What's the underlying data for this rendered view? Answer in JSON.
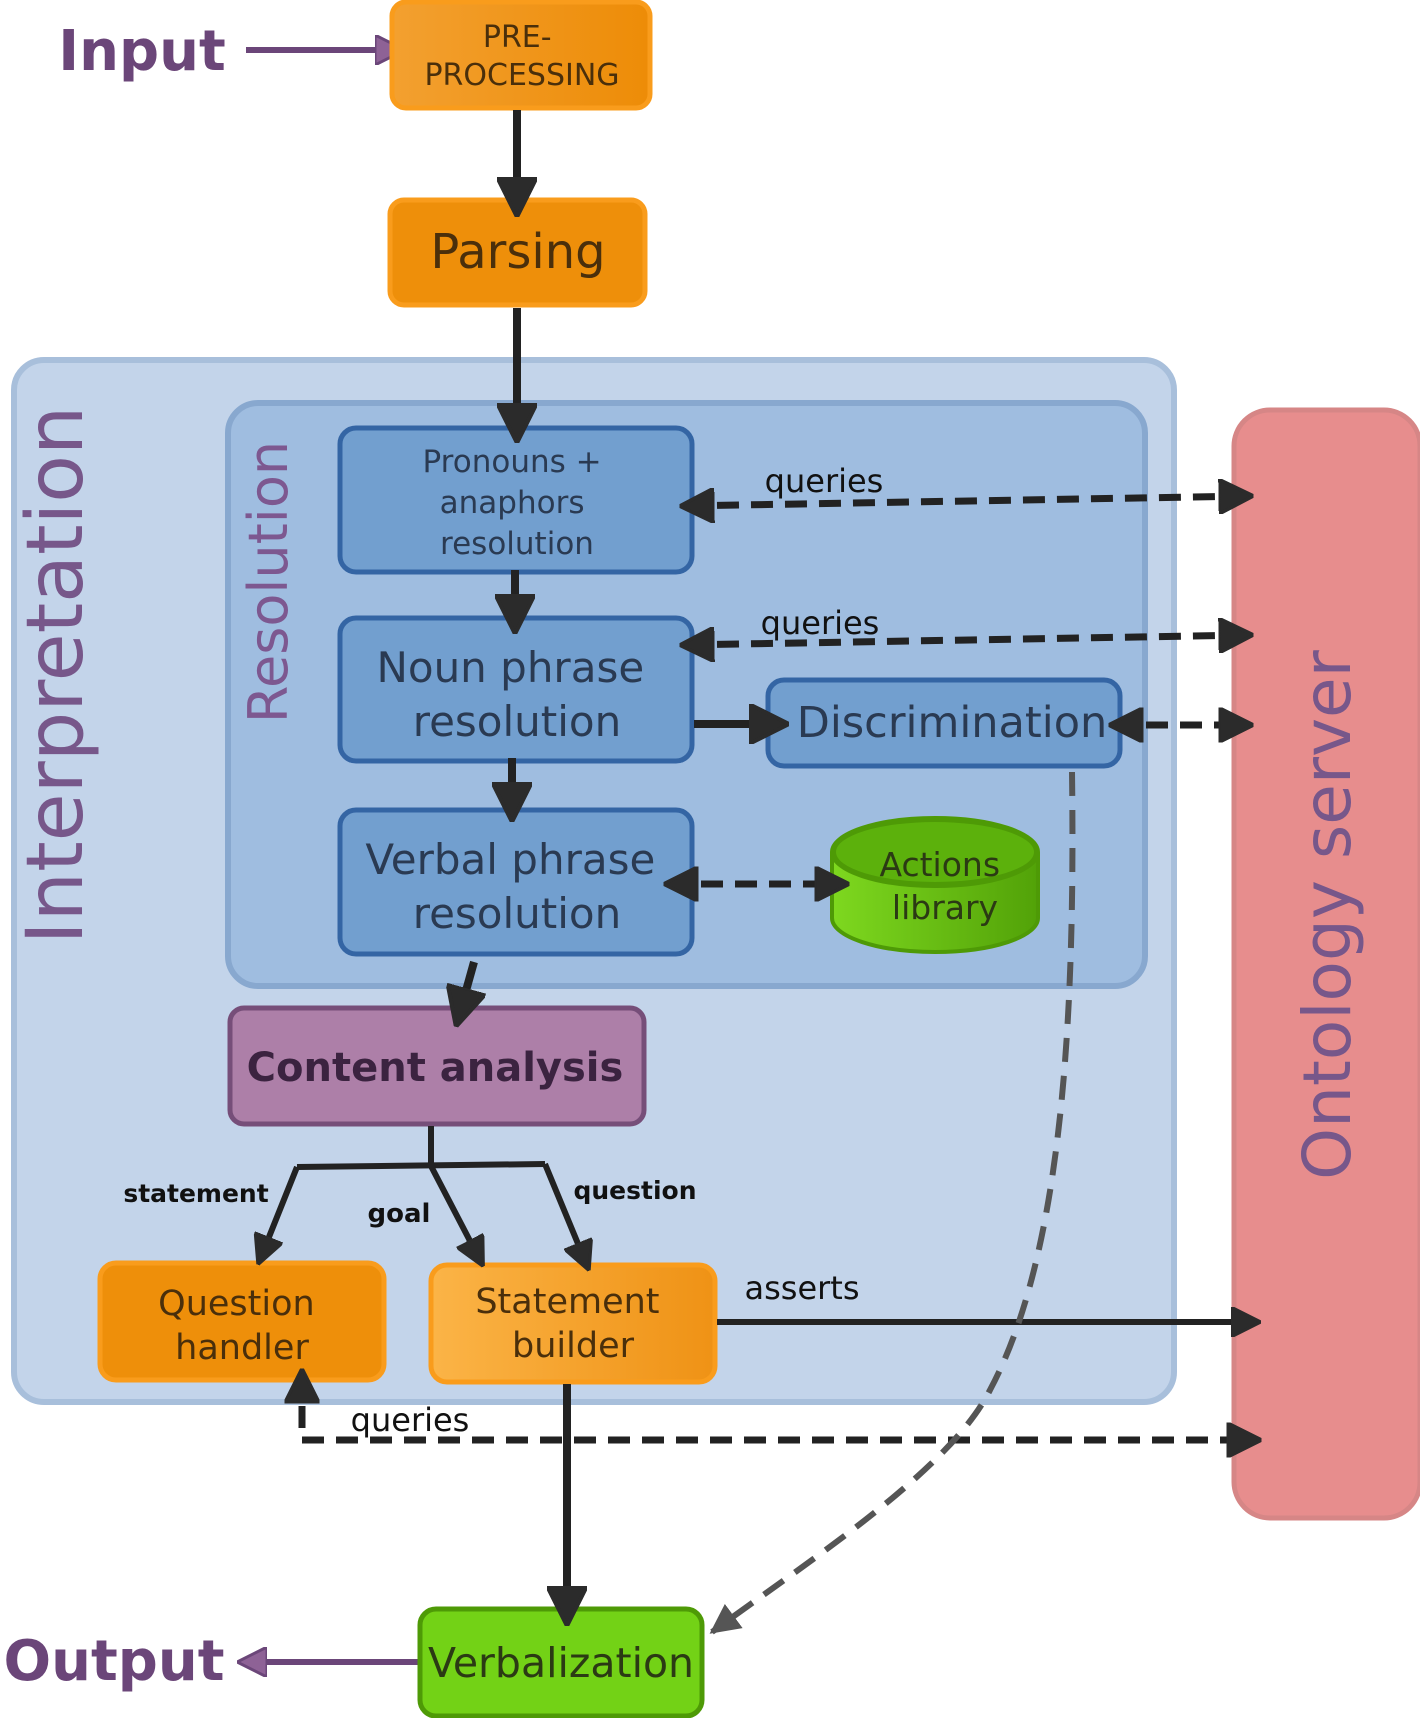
{
  "input_label": "Input",
  "output_label": "Output",
  "preprocessing": [
    "PRE-",
    "PROCESSING"
  ],
  "parsing": "Parsing",
  "interpretation": "Interpretation",
  "resolution": "Resolution",
  "pronouns": [
    "Pronouns +",
    "anaphors",
    "resolution"
  ],
  "noun_phrase": [
    "Noun phrase",
    "resolution"
  ],
  "verbal_phrase": [
    "Verbal phrase",
    "resolution"
  ],
  "discrimination": "Discrimination",
  "actions_library": [
    "Actions",
    "library"
  ],
  "content_analysis": "Content analysis",
  "branch_labels": {
    "statement": "statement",
    "goal": "goal",
    "question": "question"
  },
  "question_handler": [
    "Question",
    "handler"
  ],
  "statement_builder": [
    "Statement",
    "builder"
  ],
  "verbalization": "Verbalization",
  "ontology_server": "Ontology server",
  "edge_labels": {
    "queries_pronouns": "queries",
    "queries_noun": "queries",
    "asserts": "asserts",
    "queries_question": "queries"
  },
  "colors": {
    "orange": "#ee8f0a",
    "orange_light": "#f8ac3f",
    "orange_border": "#f99c1c",
    "interp_bg": "#c3d4ea",
    "interp_border": "#a8bfdb",
    "resolution_bg": "#9fbde0",
    "resolution_border": "#88a8cf",
    "blue_box": "#729fcf",
    "blue_border": "#3465a4",
    "purple": "#6b4679",
    "purple_box": "#ad7fa8",
    "purple_border": "#764e79",
    "green": "#73d216",
    "green_border": "#4e9a06",
    "ontology_bg": "#e78d8d",
    "ontology_border": "#d68686",
    "arrow": "#222222",
    "dashed_gray": "#555555"
  }
}
